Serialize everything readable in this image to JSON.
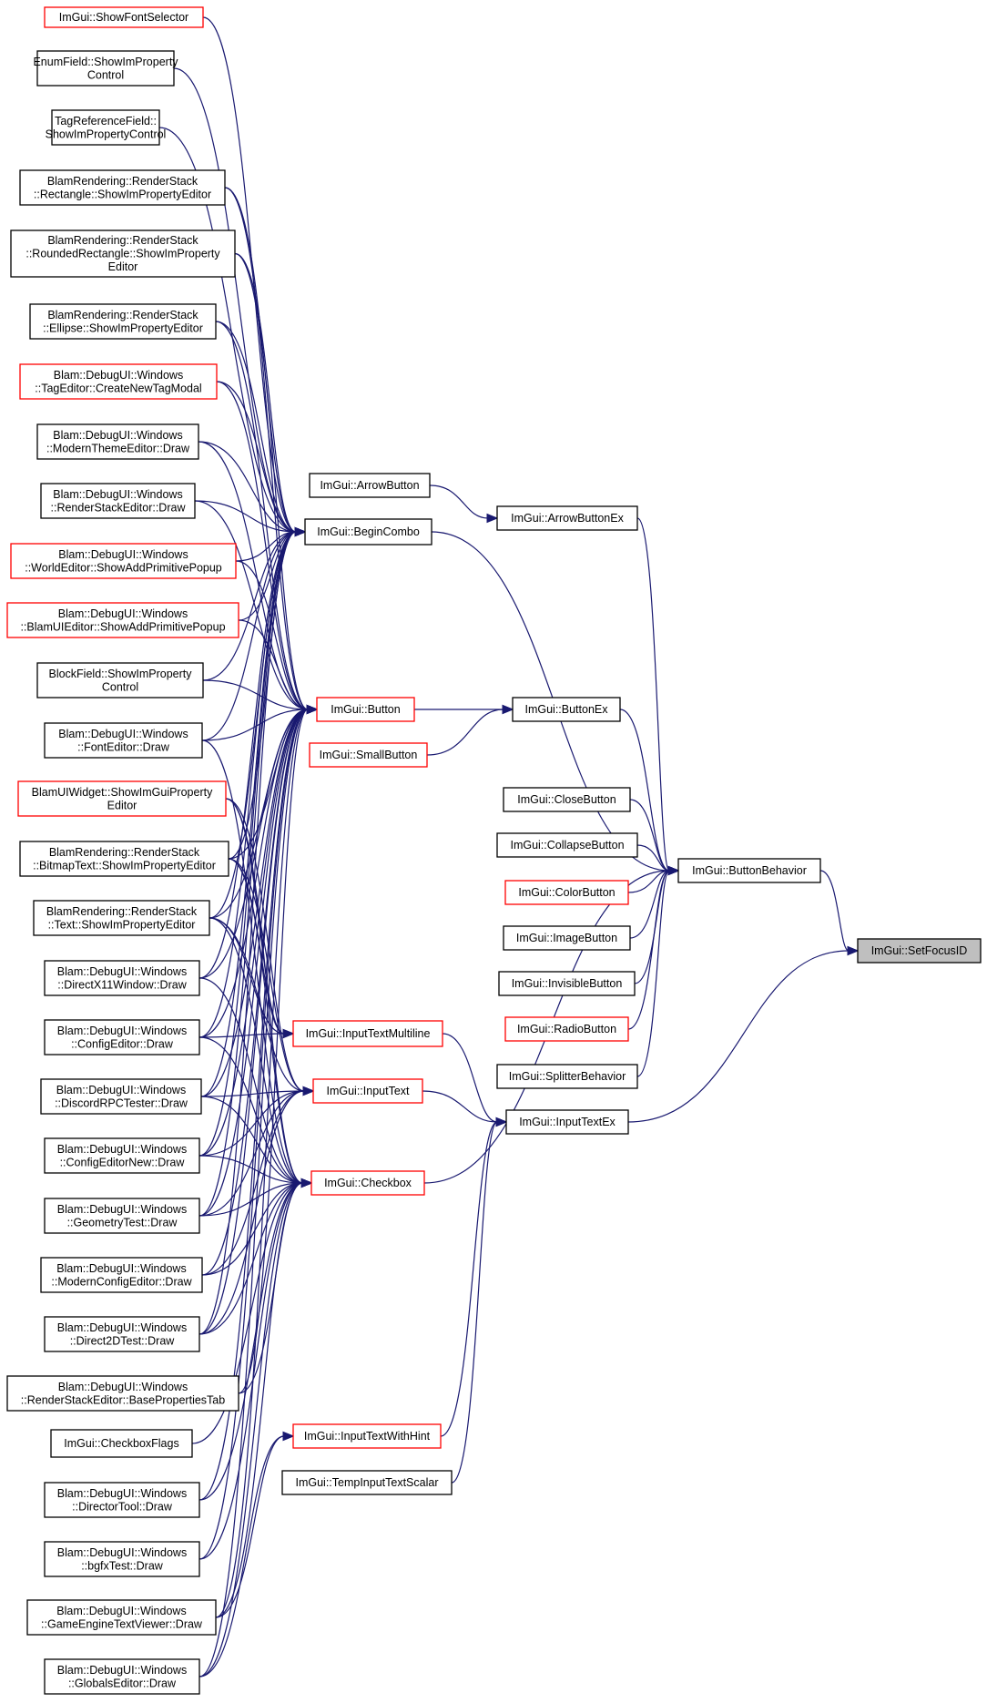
{
  "graph": {
    "title": "",
    "colors": {
      "edge": "#191970",
      "border_normal": "#000000",
      "border_truncated": "#ff0000",
      "focus_fill": "#bfbfbf"
    },
    "nodes": [
      {
        "id": "n0",
        "lines": [
          "ImGui::ShowFontSelector"
        ],
        "style": "red"
      },
      {
        "id": "n1",
        "lines": [
          "EnumField::ShowImProperty",
          "Control"
        ],
        "style": "normal"
      },
      {
        "id": "n2",
        "lines": [
          "TagReferenceField::",
          "ShowImPropertyControl"
        ],
        "style": "normal"
      },
      {
        "id": "n3",
        "lines": [
          "BlamRendering::RenderStack",
          "::Rectangle::ShowImPropertyEditor"
        ],
        "style": "normal"
      },
      {
        "id": "n4",
        "lines": [
          "BlamRendering::RenderStack",
          "::RoundedRectangle::ShowImProperty",
          "Editor"
        ],
        "style": "normal"
      },
      {
        "id": "n5",
        "lines": [
          "BlamRendering::RenderStack",
          "::Ellipse::ShowImPropertyEditor"
        ],
        "style": "normal"
      },
      {
        "id": "n6",
        "lines": [
          "Blam::DebugUI::Windows",
          "::TagEditor::CreateNewTagModal"
        ],
        "style": "red"
      },
      {
        "id": "n7",
        "lines": [
          "Blam::DebugUI::Windows",
          "::ModernThemeEditor::Draw"
        ],
        "style": "normal"
      },
      {
        "id": "n8",
        "lines": [
          "Blam::DebugUI::Windows",
          "::RenderStackEditor::Draw"
        ],
        "style": "normal"
      },
      {
        "id": "n9",
        "lines": [
          "Blam::DebugUI::Windows",
          "::WorldEditor::ShowAddPrimitivePopup"
        ],
        "style": "red"
      },
      {
        "id": "n10",
        "lines": [
          "Blam::DebugUI::Windows",
          "::BlamUIEditor::ShowAddPrimitivePopup"
        ],
        "style": "red"
      },
      {
        "id": "n11",
        "lines": [
          "BlockField::ShowImProperty",
          "Control"
        ],
        "style": "normal"
      },
      {
        "id": "n12",
        "lines": [
          "Blam::DebugUI::Windows",
          "::FontEditor::Draw"
        ],
        "style": "normal"
      },
      {
        "id": "n13",
        "lines": [
          "BlamUIWidget::ShowImGuiProperty",
          "Editor"
        ],
        "style": "red"
      },
      {
        "id": "n14",
        "lines": [
          "BlamRendering::RenderStack",
          "::BitmapText::ShowImPropertyEditor"
        ],
        "style": "normal"
      },
      {
        "id": "n15",
        "lines": [
          "BlamRendering::RenderStack",
          "::Text::ShowImPropertyEditor"
        ],
        "style": "normal"
      },
      {
        "id": "n16",
        "lines": [
          "Blam::DebugUI::Windows",
          "::DirectX11Window::Draw"
        ],
        "style": "normal"
      },
      {
        "id": "n17",
        "lines": [
          "Blam::DebugUI::Windows",
          "::ConfigEditor::Draw"
        ],
        "style": "normal"
      },
      {
        "id": "n18",
        "lines": [
          "Blam::DebugUI::Windows",
          "::DiscordRPCTester::Draw"
        ],
        "style": "normal"
      },
      {
        "id": "n19",
        "lines": [
          "Blam::DebugUI::Windows",
          "::ConfigEditorNew::Draw"
        ],
        "style": "normal"
      },
      {
        "id": "n20",
        "lines": [
          "Blam::DebugUI::Windows",
          "::GeometryTest::Draw"
        ],
        "style": "normal"
      },
      {
        "id": "n21",
        "lines": [
          "Blam::DebugUI::Windows",
          "::ModernConfigEditor::Draw"
        ],
        "style": "normal"
      },
      {
        "id": "n22",
        "lines": [
          "Blam::DebugUI::Windows",
          "::Direct2DTest::Draw"
        ],
        "style": "normal"
      },
      {
        "id": "n23",
        "lines": [
          "Blam::DebugUI::Windows",
          "::RenderStackEditor::BasePropertiesTab"
        ],
        "style": "normal"
      },
      {
        "id": "n24",
        "lines": [
          "ImGui::CheckboxFlags"
        ],
        "style": "normal"
      },
      {
        "id": "n25",
        "lines": [
          "Blam::DebugUI::Windows",
          "::DirectorTool::Draw"
        ],
        "style": "normal"
      },
      {
        "id": "n26",
        "lines": [
          "Blam::DebugUI::Windows",
          "::bgfxTest::Draw"
        ],
        "style": "normal"
      },
      {
        "id": "n27",
        "lines": [
          "Blam::DebugUI::Windows",
          "::GameEngineTextViewer::Draw"
        ],
        "style": "normal"
      },
      {
        "id": "n28",
        "lines": [
          "Blam::DebugUI::Windows",
          "::GlobalsEditor::Draw"
        ],
        "style": "normal"
      },
      {
        "id": "n29",
        "lines": [
          "ImGui::ArrowButton"
        ],
        "style": "normal"
      },
      {
        "id": "n30",
        "lines": [
          "ImGui::BeginCombo"
        ],
        "style": "normal"
      },
      {
        "id": "n31",
        "lines": [
          "ImGui::Button"
        ],
        "style": "red"
      },
      {
        "id": "n32",
        "lines": [
          "ImGui::SmallButton"
        ],
        "style": "red"
      },
      {
        "id": "n33",
        "lines": [
          "ImGui::InputTextMultiline"
        ],
        "style": "red"
      },
      {
        "id": "n34",
        "lines": [
          "ImGui::InputText"
        ],
        "style": "red"
      },
      {
        "id": "n35",
        "lines": [
          "ImGui::Checkbox"
        ],
        "style": "red"
      },
      {
        "id": "n36",
        "lines": [
          "ImGui::InputTextWithHint"
        ],
        "style": "red"
      },
      {
        "id": "n37",
        "lines": [
          "ImGui::TempInputTextScalar"
        ],
        "style": "normal"
      },
      {
        "id": "n38",
        "lines": [
          "ImGui::ArrowButtonEx"
        ],
        "style": "normal"
      },
      {
        "id": "n39",
        "lines": [
          "ImGui::ButtonEx"
        ],
        "style": "normal"
      },
      {
        "id": "n40",
        "lines": [
          "ImGui::CloseButton"
        ],
        "style": "normal"
      },
      {
        "id": "n41",
        "lines": [
          "ImGui::CollapseButton"
        ],
        "style": "normal"
      },
      {
        "id": "n42",
        "lines": [
          "ImGui::ColorButton"
        ],
        "style": "red"
      },
      {
        "id": "n43",
        "lines": [
          "ImGui::ImageButton"
        ],
        "style": "normal"
      },
      {
        "id": "n44",
        "lines": [
          "ImGui::InvisibleButton"
        ],
        "style": "normal"
      },
      {
        "id": "n45",
        "lines": [
          "ImGui::RadioButton"
        ],
        "style": "red"
      },
      {
        "id": "n46",
        "lines": [
          "ImGui::SplitterBehavior"
        ],
        "style": "normal"
      },
      {
        "id": "n47",
        "lines": [
          "ImGui::InputTextEx"
        ],
        "style": "normal"
      },
      {
        "id": "n48",
        "lines": [
          "ImGui::ButtonBehavior"
        ],
        "style": "normal"
      },
      {
        "id": "n49",
        "lines": [
          "ImGui::SetFocusID"
        ],
        "style": "focus"
      }
    ],
    "edges": [
      [
        "n0",
        "n30"
      ],
      [
        "n1",
        "n30"
      ],
      [
        "n2",
        "n30"
      ],
      [
        "n3",
        "n30"
      ],
      [
        "n4",
        "n30"
      ],
      [
        "n5",
        "n30"
      ],
      [
        "n6",
        "n30"
      ],
      [
        "n7",
        "n30"
      ],
      [
        "n8",
        "n30"
      ],
      [
        "n9",
        "n30"
      ],
      [
        "n10",
        "n30"
      ],
      [
        "n11",
        "n30"
      ],
      [
        "n12",
        "n30"
      ],
      [
        "n14",
        "n30"
      ],
      [
        "n15",
        "n30"
      ],
      [
        "n16",
        "n30"
      ],
      [
        "n17",
        "n30"
      ],
      [
        "n18",
        "n30"
      ],
      [
        "n19",
        "n30"
      ],
      [
        "n20",
        "n30"
      ],
      [
        "n22",
        "n30"
      ],
      [
        "n3",
        "n31"
      ],
      [
        "n4",
        "n31"
      ],
      [
        "n5",
        "n31"
      ],
      [
        "n6",
        "n31"
      ],
      [
        "n7",
        "n31"
      ],
      [
        "n8",
        "n31"
      ],
      [
        "n9",
        "n31"
      ],
      [
        "n10",
        "n31"
      ],
      [
        "n11",
        "n31"
      ],
      [
        "n12",
        "n31"
      ],
      [
        "n14",
        "n31"
      ],
      [
        "n15",
        "n31"
      ],
      [
        "n16",
        "n31"
      ],
      [
        "n17",
        "n31"
      ],
      [
        "n18",
        "n31"
      ],
      [
        "n19",
        "n31"
      ],
      [
        "n20",
        "n31"
      ],
      [
        "n21",
        "n31"
      ],
      [
        "n22",
        "n31"
      ],
      [
        "n23",
        "n31"
      ],
      [
        "n25",
        "n31"
      ],
      [
        "n26",
        "n31"
      ],
      [
        "n27",
        "n31"
      ],
      [
        "n28",
        "n31"
      ],
      [
        "n13",
        "n33"
      ],
      [
        "n14",
        "n33"
      ],
      [
        "n15",
        "n33"
      ],
      [
        "n17",
        "n33"
      ],
      [
        "n13",
        "n34"
      ],
      [
        "n14",
        "n34"
      ],
      [
        "n15",
        "n34"
      ],
      [
        "n18",
        "n34"
      ],
      [
        "n19",
        "n34"
      ],
      [
        "n20",
        "n34"
      ],
      [
        "n21",
        "n34"
      ],
      [
        "n22",
        "n34"
      ],
      [
        "n12",
        "n35"
      ],
      [
        "n13",
        "n35"
      ],
      [
        "n14",
        "n35"
      ],
      [
        "n15",
        "n35"
      ],
      [
        "n16",
        "n35"
      ],
      [
        "n17",
        "n35"
      ],
      [
        "n18",
        "n35"
      ],
      [
        "n19",
        "n35"
      ],
      [
        "n20",
        "n35"
      ],
      [
        "n21",
        "n35"
      ],
      [
        "n22",
        "n35"
      ],
      [
        "n23",
        "n35"
      ],
      [
        "n24",
        "n35"
      ],
      [
        "n25",
        "n35"
      ],
      [
        "n26",
        "n35"
      ],
      [
        "n27",
        "n35"
      ],
      [
        "n28",
        "n35"
      ],
      [
        "n27",
        "n36"
      ],
      [
        "n28",
        "n36"
      ],
      [
        "n29",
        "n38"
      ],
      [
        "n30",
        "n48"
      ],
      [
        "n31",
        "n39"
      ],
      [
        "n32",
        "n39"
      ],
      [
        "n35",
        "n48"
      ],
      [
        "n33",
        "n47"
      ],
      [
        "n34",
        "n47"
      ],
      [
        "n36",
        "n47"
      ],
      [
        "n37",
        "n47"
      ],
      [
        "n38",
        "n48"
      ],
      [
        "n39",
        "n48"
      ],
      [
        "n40",
        "n48"
      ],
      [
        "n41",
        "n48"
      ],
      [
        "n42",
        "n48"
      ],
      [
        "n43",
        "n48"
      ],
      [
        "n44",
        "n48"
      ],
      [
        "n45",
        "n48"
      ],
      [
        "n46",
        "n48"
      ],
      [
        "n48",
        "n49"
      ],
      [
        "n47",
        "n49"
      ]
    ]
  }
}
